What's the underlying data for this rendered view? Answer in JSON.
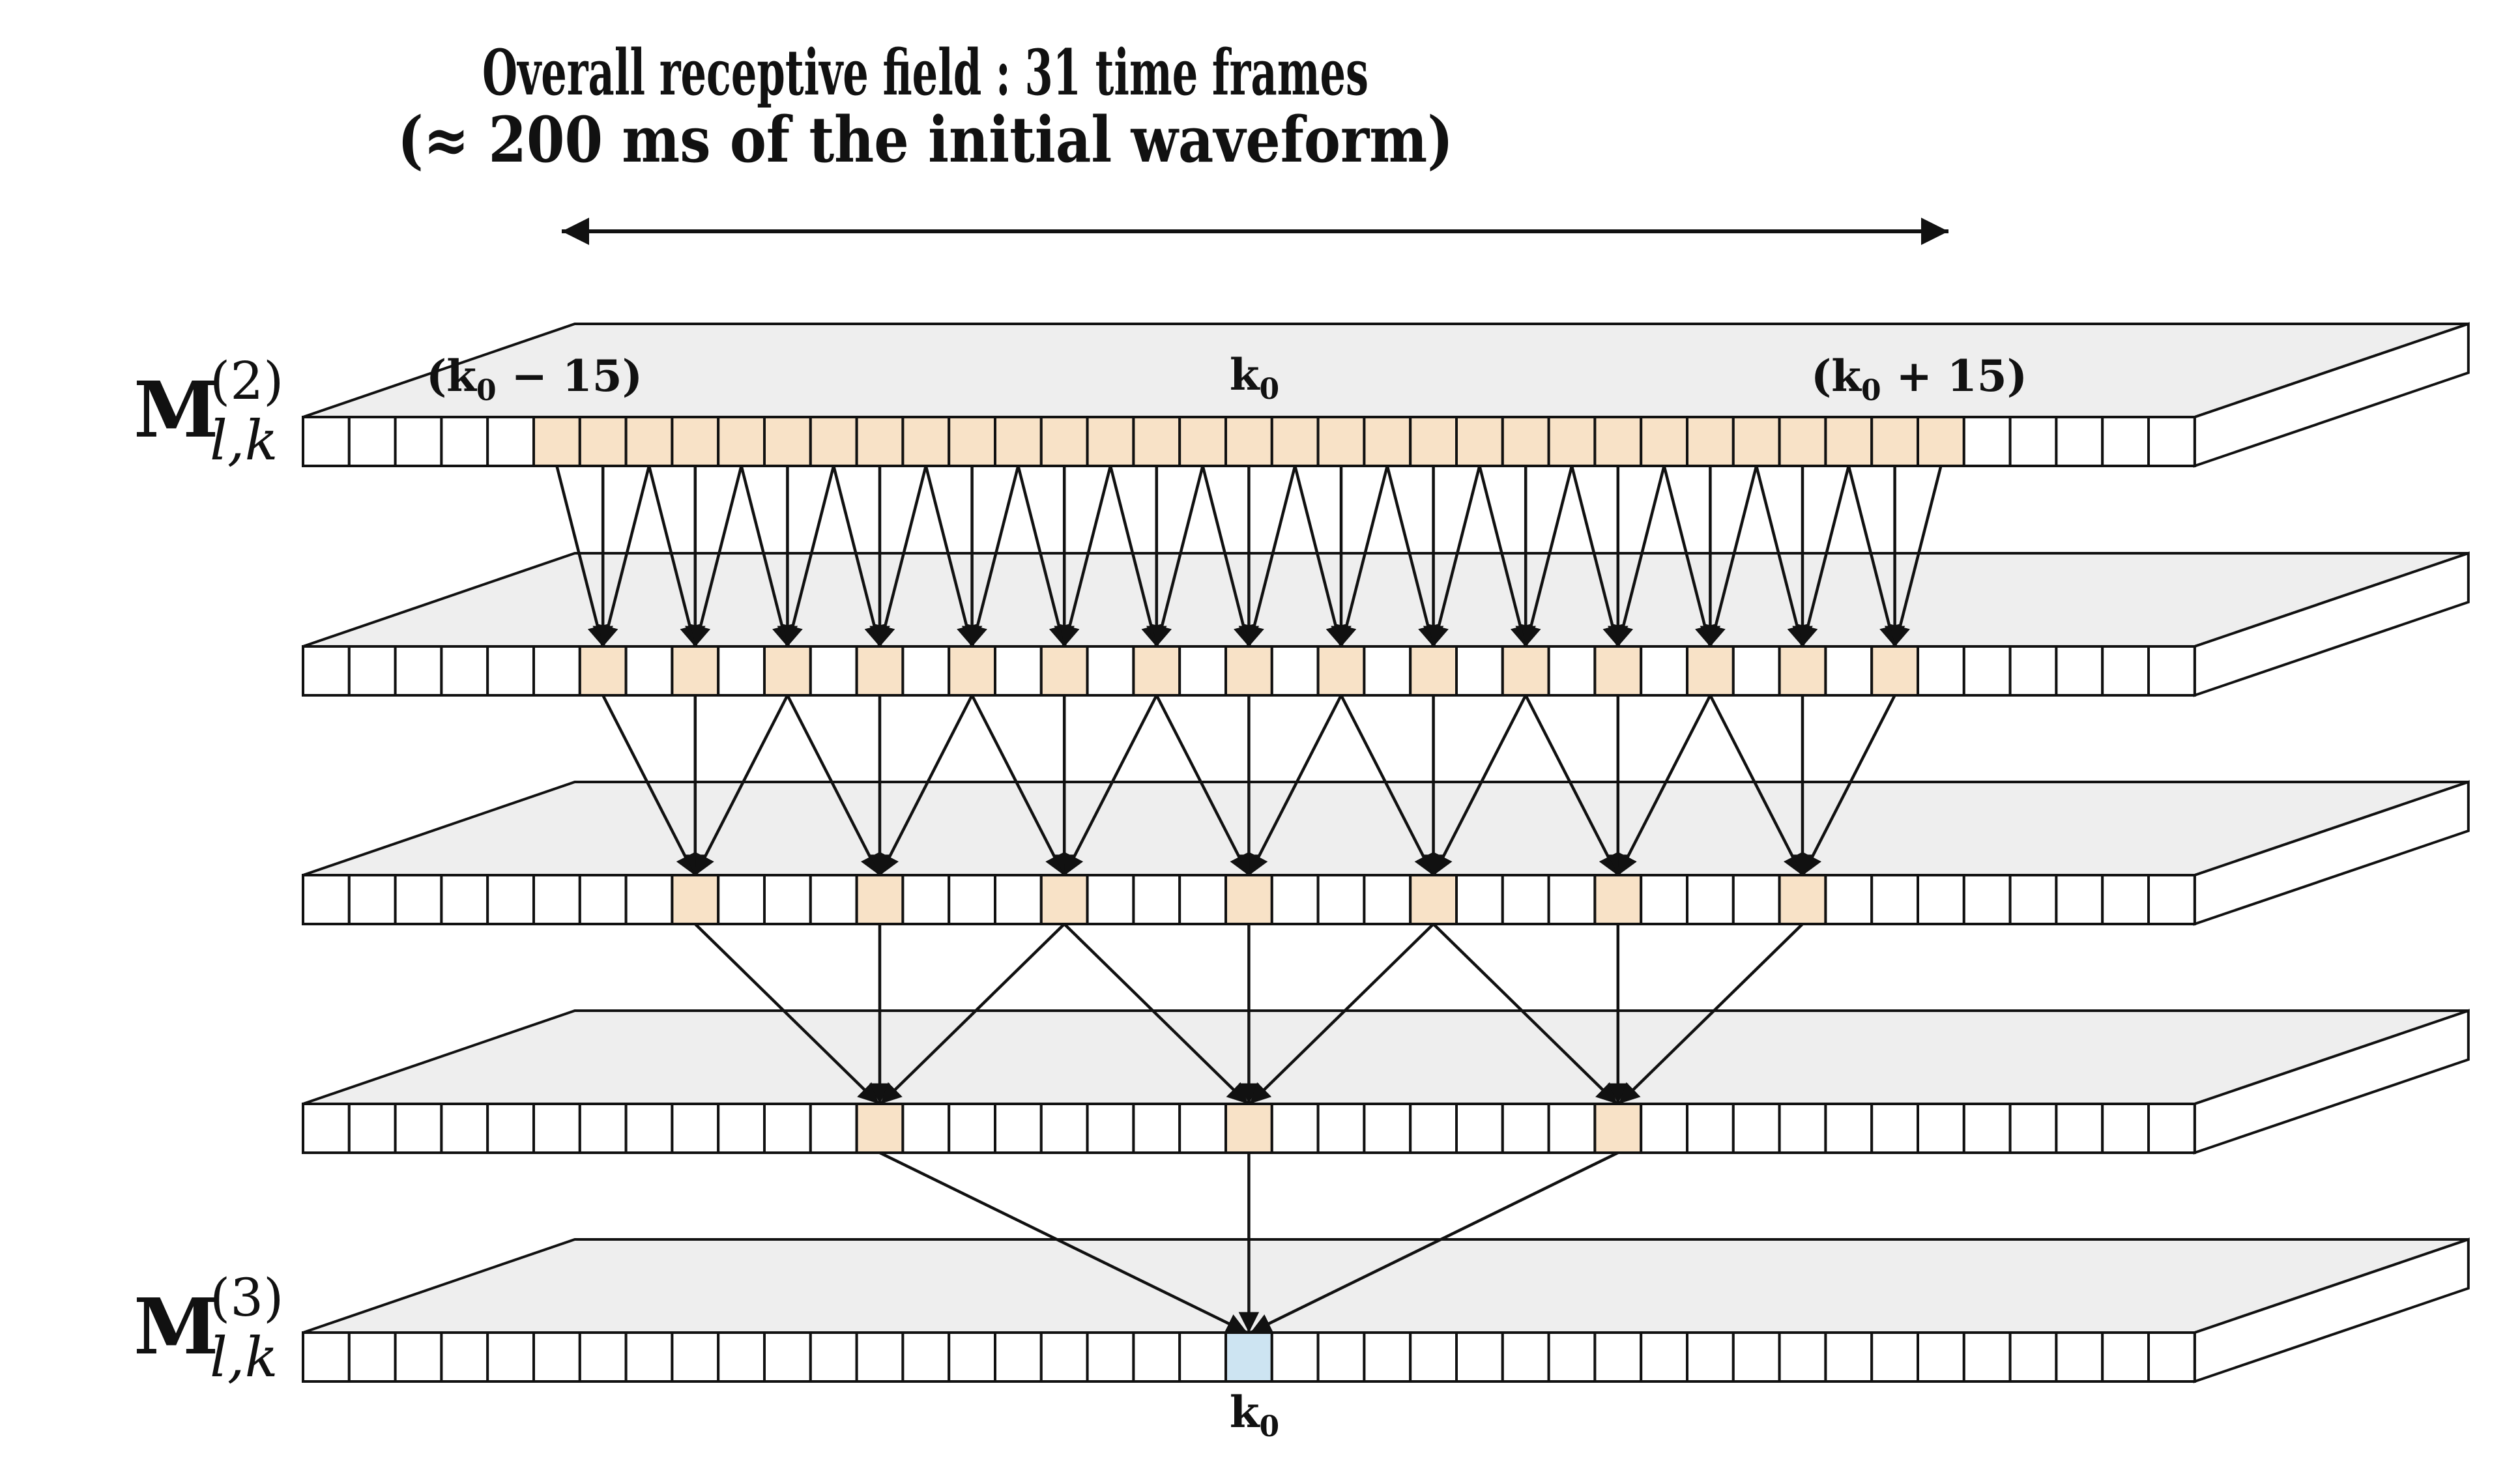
{
  "title": {
    "line1": "Overall receptive field : 31 time frames",
    "line2": "(≈ 200 ms of the initial waveform)"
  },
  "layer_labels": {
    "top": {
      "base": "M",
      "subscript": "l,k",
      "superscript": "(2)"
    },
    "bottom": {
      "base": "M",
      "subscript": "l,k",
      "superscript": "(3)"
    }
  },
  "frame_labels": {
    "left": {
      "open": "(",
      "var": "k",
      "sub": "0",
      "rest": " − 15)"
    },
    "center": {
      "var": "k",
      "sub": "0"
    },
    "right": {
      "open": "(",
      "var": "k",
      "sub": "0",
      "rest": " + 15)"
    },
    "bottom": {
      "var": "k",
      "sub": "0"
    }
  },
  "colors": {
    "active": "#f8e2c7",
    "output": "#cde4f2",
    "plane": "#eeeeee",
    "line": "#111111"
  }
}
